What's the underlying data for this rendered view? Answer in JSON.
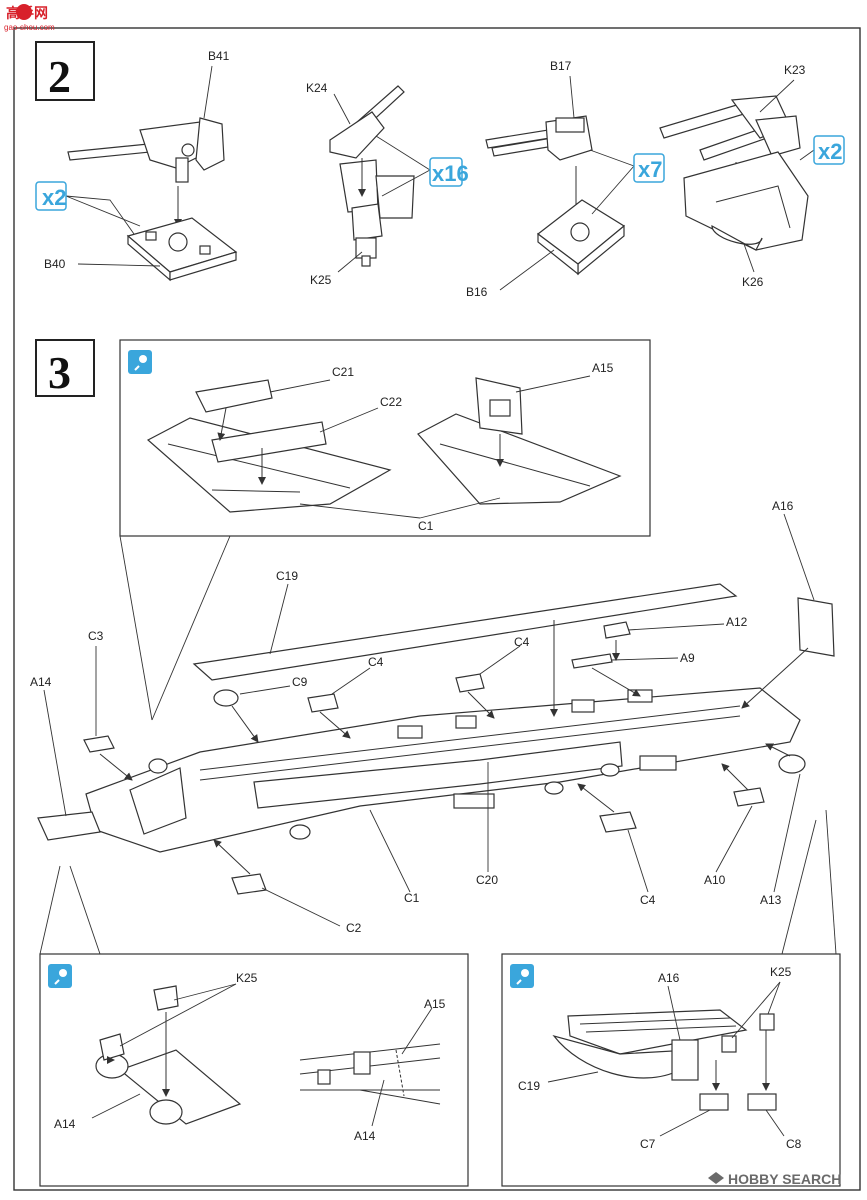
{
  "watermark_top": {
    "logo_text": "高手网",
    "sub_text": "gao-shou.com"
  },
  "watermark_bottom": {
    "text": "HOBBY SEARCH"
  },
  "step2": {
    "number": "2",
    "groups": [
      {
        "parts": [
          "B41",
          "B40"
        ],
        "multiplier": "x2"
      },
      {
        "parts": [
          "K24",
          "K25"
        ],
        "multiplier": "x16"
      },
      {
        "parts": [
          "B17",
          "B16"
        ],
        "multiplier": "x7"
      },
      {
        "parts": [
          "K23",
          "K26"
        ],
        "multiplier": "x2"
      }
    ]
  },
  "step3": {
    "number": "3",
    "main_labels": [
      "C19",
      "C3",
      "A14",
      "C9",
      "C4",
      "C4",
      "A12",
      "A9",
      "A16",
      "C1",
      "C2",
      "C20",
      "C4",
      "A10",
      "A13"
    ],
    "detail_top_labels": [
      "C21",
      "C22",
      "A15",
      "C1"
    ],
    "detail_left_labels": [
      "K25",
      "A14",
      "A15",
      "A14"
    ],
    "detail_right_labels": [
      "A16",
      "K25",
      "C19",
      "C7",
      "C8"
    ]
  }
}
